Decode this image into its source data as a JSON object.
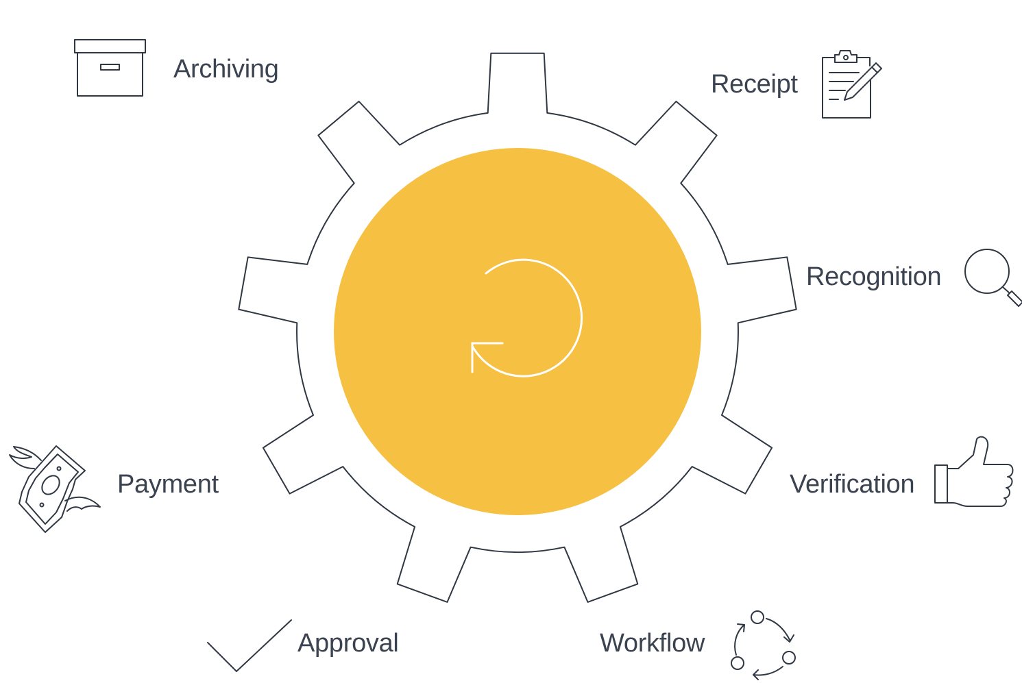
{
  "colors": {
    "accent": "#f6c142",
    "outline": "#2f3742",
    "text": "#3b4350",
    "background": "#ffffff",
    "center_icon": "#ffffff"
  },
  "center": {
    "icon": "refresh-icon"
  },
  "steps": [
    {
      "label": "Archiving",
      "icon": "archive-box-icon"
    },
    {
      "label": "Receipt",
      "icon": "clipboard-pencil-icon"
    },
    {
      "label": "Recognition",
      "icon": "magnifier-icon"
    },
    {
      "label": "Verification",
      "icon": "thumbs-up-icon"
    },
    {
      "label": "Workflow",
      "icon": "cycle-arrows-icon"
    },
    {
      "label": "Approval",
      "icon": "checkmark-icon"
    },
    {
      "label": "Payment",
      "icon": "flying-money-icon"
    }
  ]
}
